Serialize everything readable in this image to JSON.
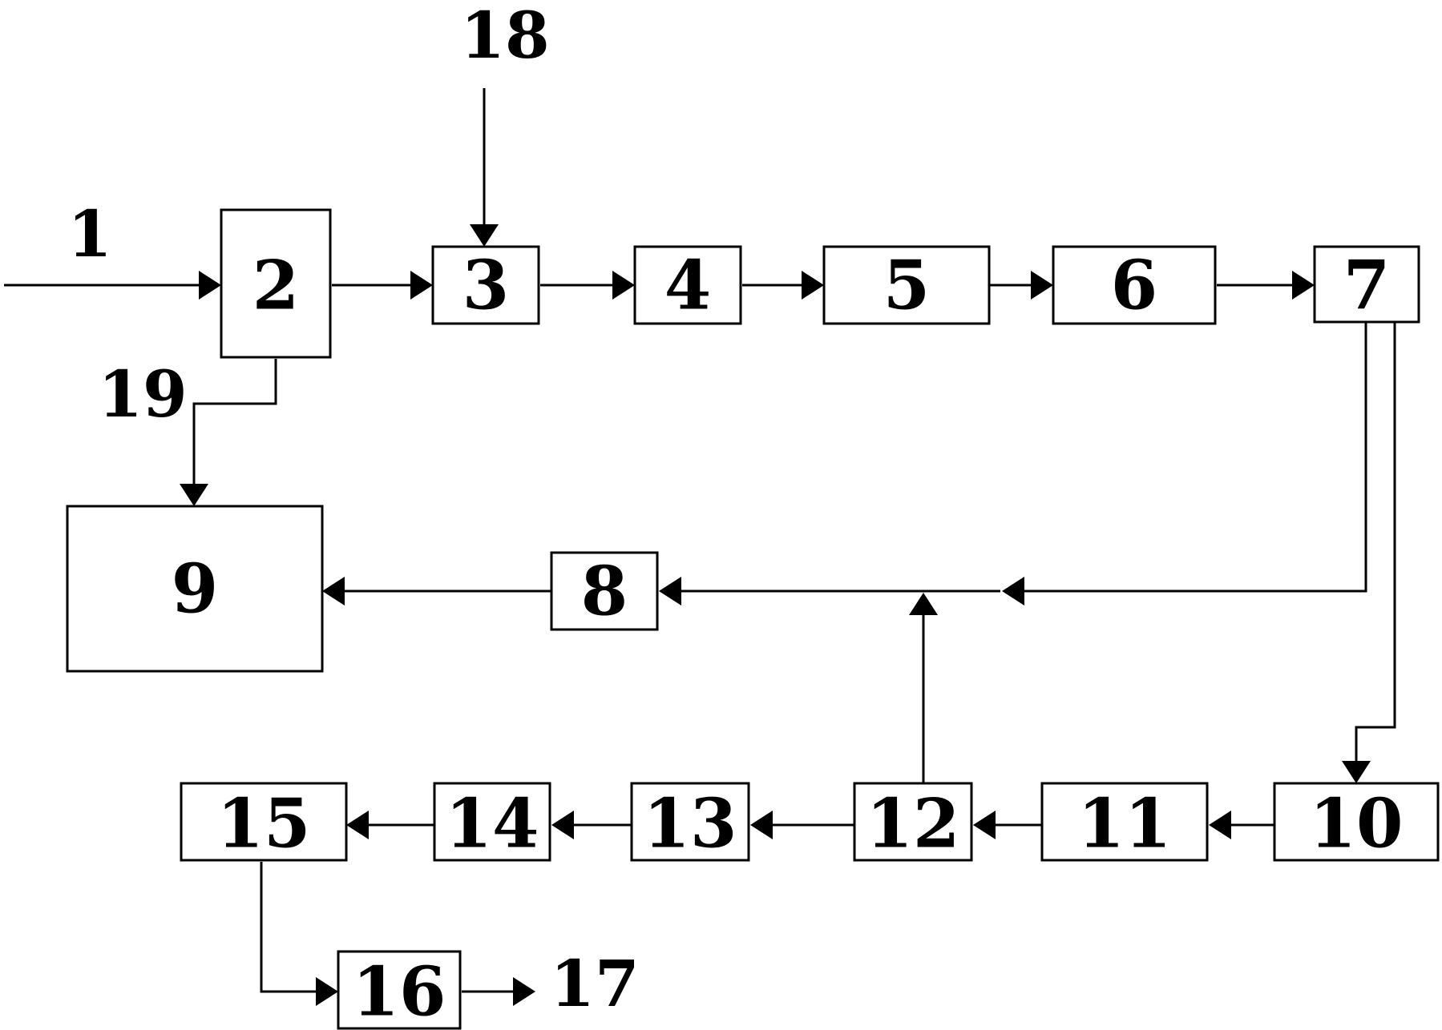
{
  "blocks": [
    {
      "id": "b2",
      "label": "2"
    },
    {
      "id": "b3",
      "label": "3"
    },
    {
      "id": "b4",
      "label": "4"
    },
    {
      "id": "b5",
      "label": "5"
    },
    {
      "id": "b6",
      "label": "6"
    },
    {
      "id": "b7",
      "label": "7"
    },
    {
      "id": "b8",
      "label": "8"
    },
    {
      "id": "b9",
      "label": "9"
    },
    {
      "id": "b10",
      "label": "10"
    },
    {
      "id": "b11",
      "label": "11"
    },
    {
      "id": "b12",
      "label": "12"
    },
    {
      "id": "b13",
      "label": "13"
    },
    {
      "id": "b14",
      "label": "14"
    },
    {
      "id": "b15",
      "label": "15"
    },
    {
      "id": "b16",
      "label": "16"
    }
  ],
  "external_labels": [
    {
      "id": "t1",
      "label": "1"
    },
    {
      "id": "t17",
      "label": "17"
    },
    {
      "id": "t18",
      "label": "18"
    },
    {
      "id": "t19",
      "label": "19"
    }
  ],
  "connections": [
    {
      "from": "t1",
      "to": "b2"
    },
    {
      "from": "b2",
      "to": "b3"
    },
    {
      "from": "t18",
      "to": "b3"
    },
    {
      "from": "b3",
      "to": "b4"
    },
    {
      "from": "b4",
      "to": "b5"
    },
    {
      "from": "b5",
      "to": "b6"
    },
    {
      "from": "b6",
      "to": "b7"
    },
    {
      "from": "b7",
      "to": "b8"
    },
    {
      "from": "b7",
      "to": "b10"
    },
    {
      "from": "b2",
      "to": "b9",
      "label": "t19"
    },
    {
      "from": "b8",
      "to": "b9"
    },
    {
      "from": "b10",
      "to": "b11"
    },
    {
      "from": "b11",
      "to": "b12"
    },
    {
      "from": "b12",
      "to": "b13"
    },
    {
      "from": "b12",
      "to": "b8"
    },
    {
      "from": "b13",
      "to": "b14"
    },
    {
      "from": "b14",
      "to": "b15"
    },
    {
      "from": "b15",
      "to": "b16"
    },
    {
      "from": "b16",
      "to": "t17"
    }
  ]
}
